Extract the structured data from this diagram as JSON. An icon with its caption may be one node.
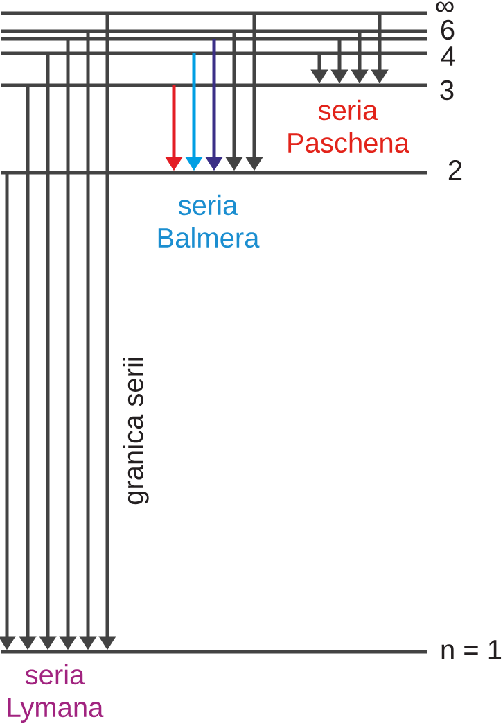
{
  "diagram": {
    "nodes": [
      {
        "text": [
          "∞"
        ]
      },
      {
        "text": [
          "6"
        ]
      },
      {
        "text": [],
        "shape": "bar"
      },
      {
        "text": [
          "4"
        ]
      },
      {
        "text": [
          "3"
        ]
      },
      {
        "text": [
          "2"
        ]
      },
      {
        "text": [
          "n = 1"
        ]
      }
    ],
    "edges": [
      {
        "from": 5,
        "to": 6,
        "arrow": "to"
      },
      {
        "from": 4,
        "to": 6,
        "arrow": "to"
      },
      {
        "from": 3,
        "to": 6,
        "arrow": "to"
      },
      {
        "from": 2,
        "to": 6,
        "arrow": "to"
      },
      {
        "from": 1,
        "to": 6,
        "arrow": "to"
      },
      {
        "from": 0,
        "to": 6,
        "arrow": "to"
      },
      {
        "from": 4,
        "to": 5,
        "arrow": "to",
        "color": "#e31e24"
      },
      {
        "from": 3,
        "to": 5,
        "arrow": "to",
        "color": "#009fe3"
      },
      {
        "from": 2,
        "to": 5,
        "arrow": "to",
        "color": "#3b2f87"
      },
      {
        "from": 1,
        "to": 5,
        "arrow": "to"
      },
      {
        "from": 0,
        "to": 5,
        "arrow": "to"
      },
      {
        "from": 3,
        "to": 4,
        "arrow": "to"
      },
      {
        "from": 2,
        "to": 4,
        "arrow": "to"
      },
      {
        "from": 1,
        "to": 4,
        "arrow": "to"
      },
      {
        "from": 0,
        "to": 4,
        "arrow": "to"
      }
    ],
    "labels": [
      "seria Paschena",
      "seria Balmera",
      "granica serii",
      "seria Lymana"
    ]
  }
}
